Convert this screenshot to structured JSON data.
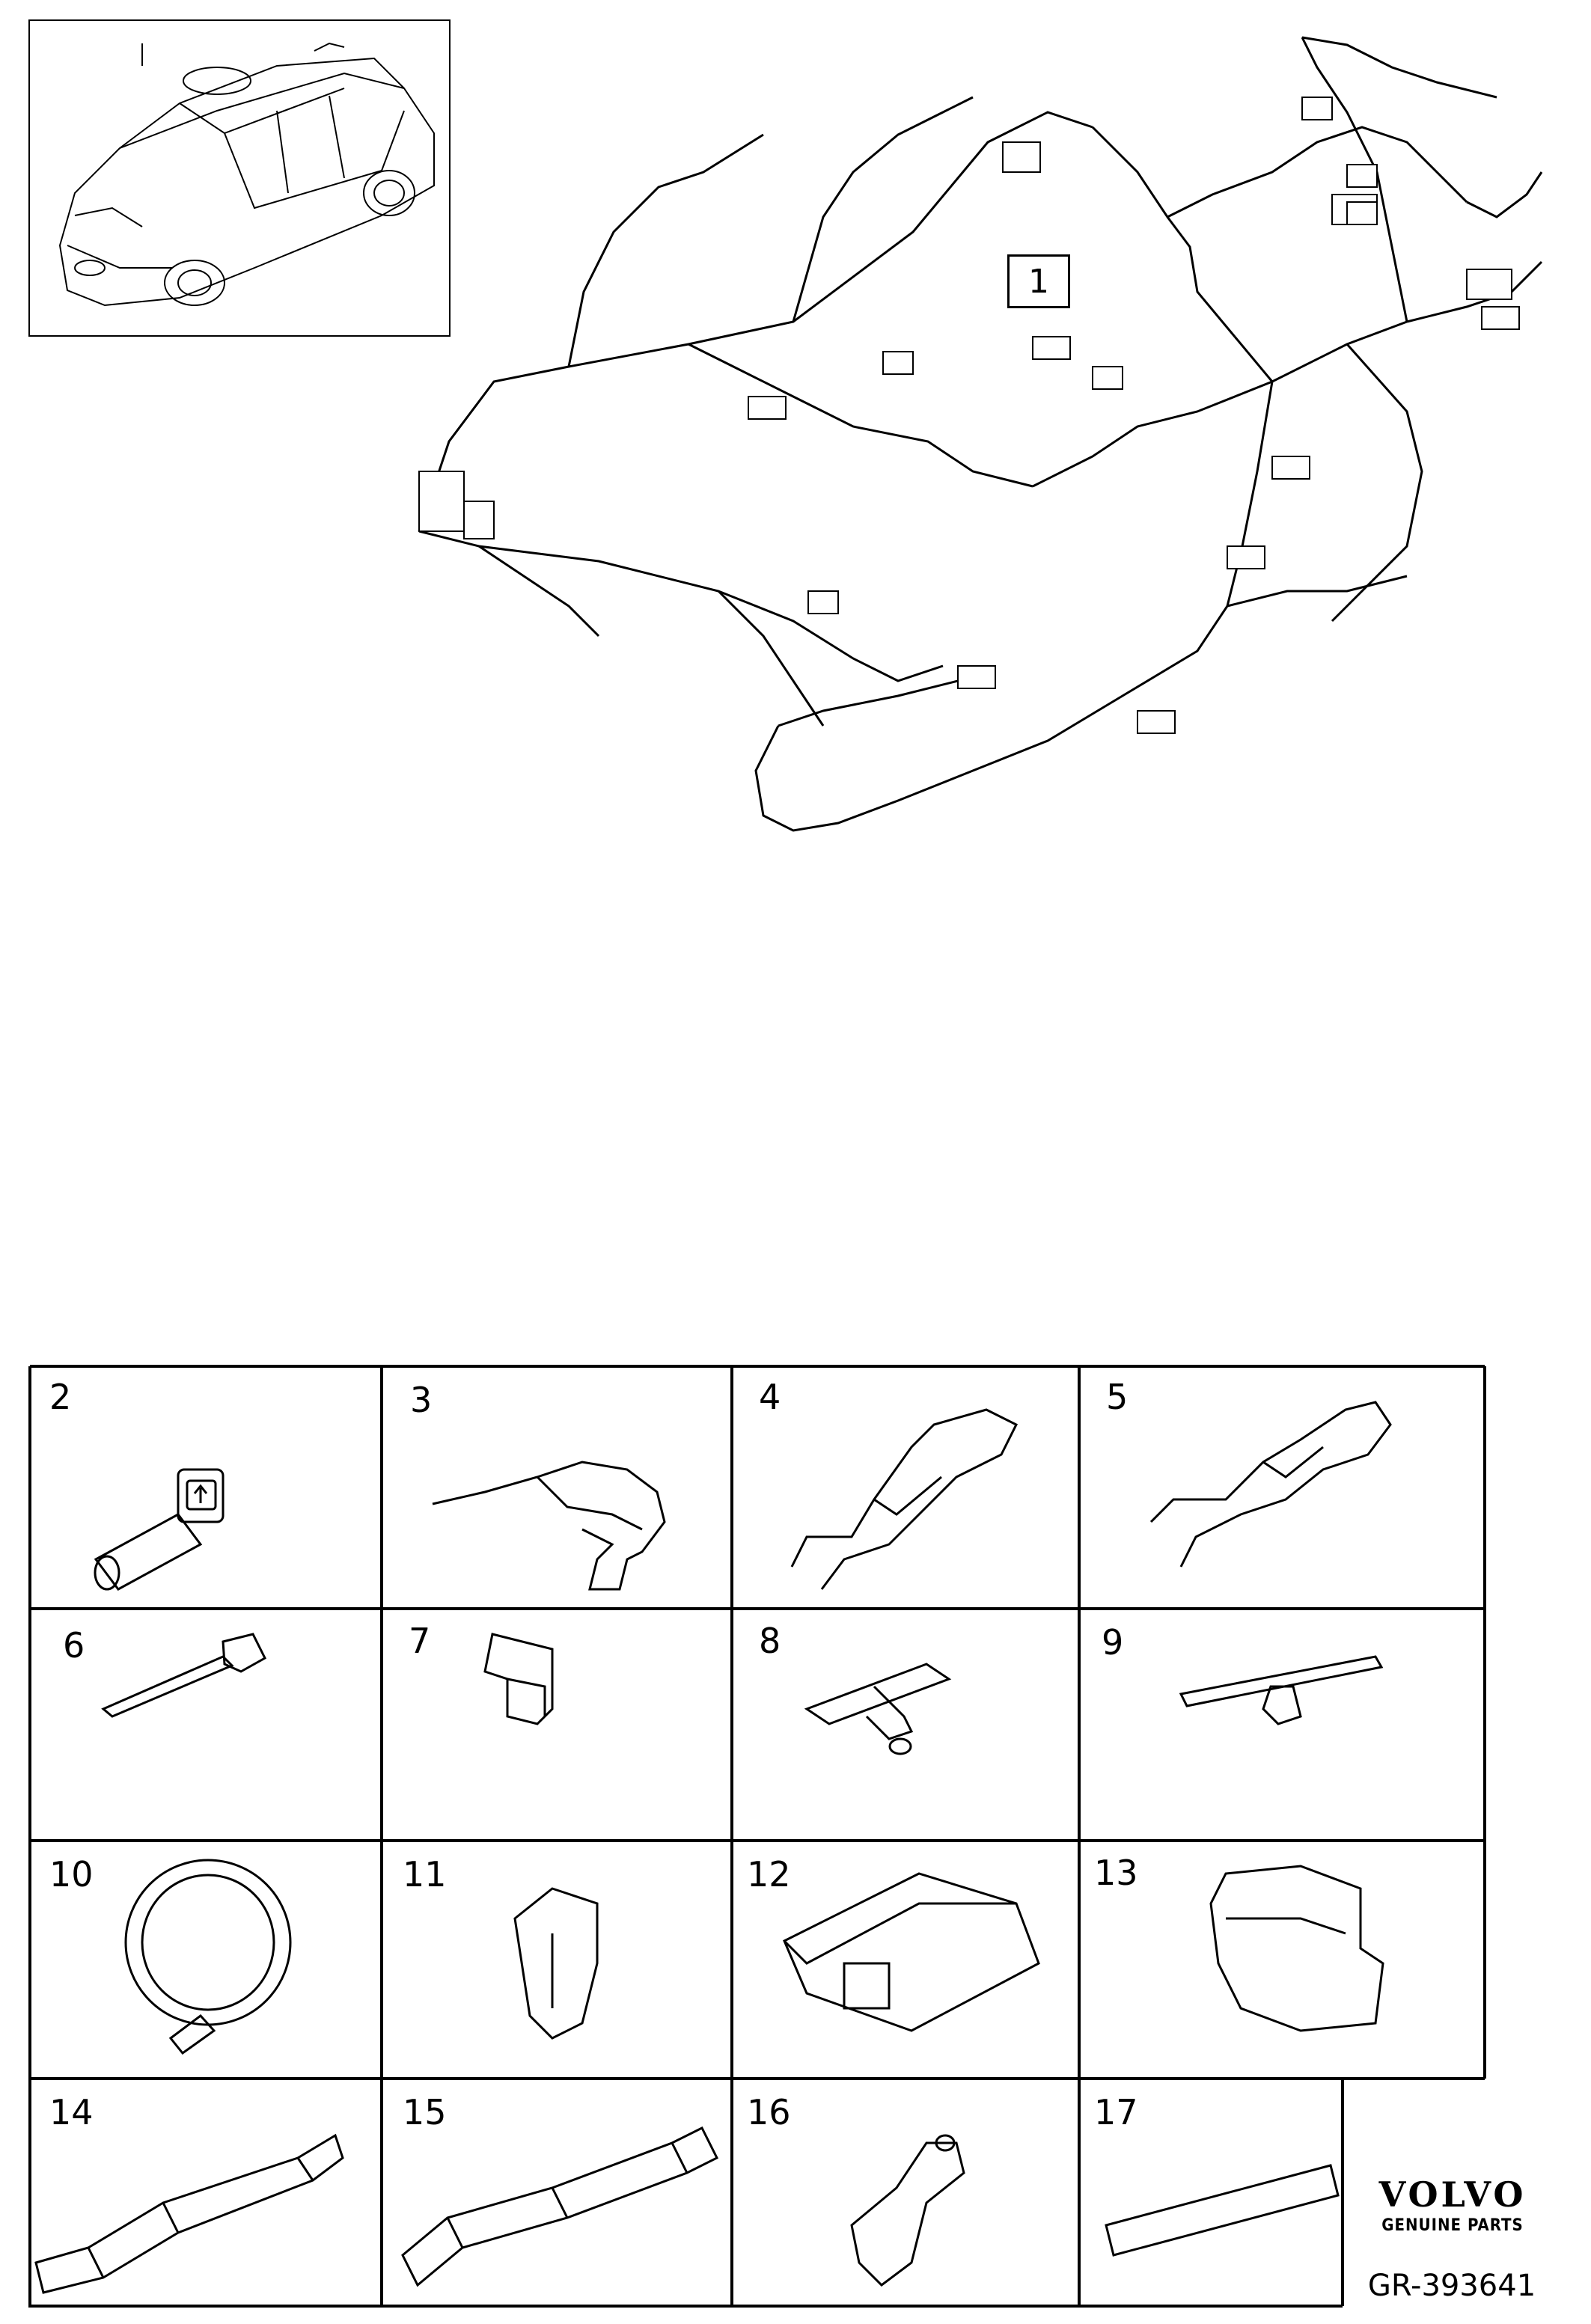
{
  "main_callout": "1",
  "cells": [
    {
      "num": "2"
    },
    {
      "num": "3"
    },
    {
      "num": "4"
    },
    {
      "num": "5"
    },
    {
      "num": "6"
    },
    {
      "num": "7"
    },
    {
      "num": "8"
    },
    {
      "num": "9"
    },
    {
      "num": "10"
    },
    {
      "num": "11"
    },
    {
      "num": "12"
    },
    {
      "num": "13"
    },
    {
      "num": "14"
    },
    {
      "num": "15"
    },
    {
      "num": "16"
    },
    {
      "num": "17"
    }
  ],
  "brand": {
    "name": "VOLVO",
    "sub": "GENUINE PARTS"
  },
  "ref": "GR-393641"
}
